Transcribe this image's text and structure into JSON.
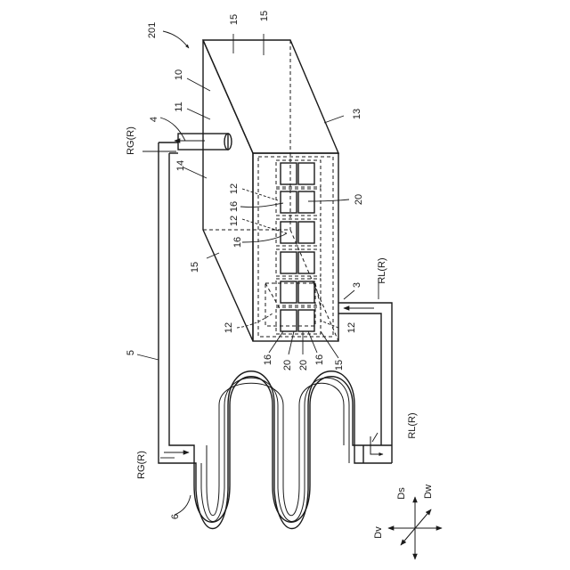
{
  "labels": {
    "fig_ref": "201",
    "ref_15a": "15",
    "ref_15b": "15",
    "ref_10": "10",
    "ref_11": "11",
    "ref_13": "13",
    "ref_4": "4",
    "ref_rg_top": "RG(R)",
    "ref_14": "14",
    "ref_12a": "12",
    "ref_16a": "16",
    "ref_12b": "12",
    "ref_20a": "20",
    "ref_16b": "16",
    "ref_15c": "15",
    "ref_3": "3",
    "ref_rl_top": "RL(R)",
    "ref_12c": "12",
    "ref_12d": "12",
    "ref_16c": "16",
    "ref_20b": "20",
    "ref_20c": "20",
    "ref_16d": "16",
    "ref_15d": "15",
    "ref_5": "5",
    "ref_rl_bottom": "RL(R)",
    "ref_rg_bottom": "RG(R)",
    "ref_6": "6",
    "ref_dv": "Dv",
    "ref_ds": "Ds",
    "ref_dw": "Dw"
  }
}
